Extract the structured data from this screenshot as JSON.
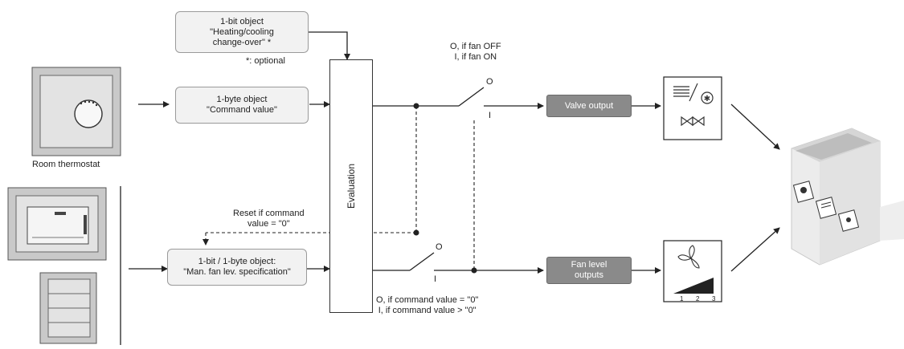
{
  "top_object": {
    "line1": "1-bit object",
    "line2": "\"Heating/cooling",
    "line3": "change-over\" *"
  },
  "optional_note": "*: optional",
  "command_object": {
    "line1": "1-byte object",
    "line2": "\"Command value\""
  },
  "fan_object": {
    "line1": "1-bit / 1-byte object:",
    "line2": "\"Man. fan lev. specification\""
  },
  "thermostat_label": "Room thermostat",
  "evaluation_label": "Evaluation",
  "fan_switch_note": {
    "line1": "O, if fan OFF",
    "line2": "I, if fan ON"
  },
  "reset_note": {
    "line1": "Reset if command",
    "line2": "value = \"0\""
  },
  "command_switch_note": {
    "line1": "O, if command value = \"0\"",
    "line2": "I, if command value > \"0\""
  },
  "switch_marks": {
    "open": "O",
    "closed": "I"
  },
  "valve_output": "Valve output",
  "fan_output": {
    "line1": "Fan level",
    "line2": "outputs"
  },
  "fan_scale_ticks": [
    "1",
    "2",
    "3"
  ],
  "colors": {
    "box_fill": "#f2f2f2",
    "output_fill": "#8a8a8a",
    "line": "#222222"
  }
}
